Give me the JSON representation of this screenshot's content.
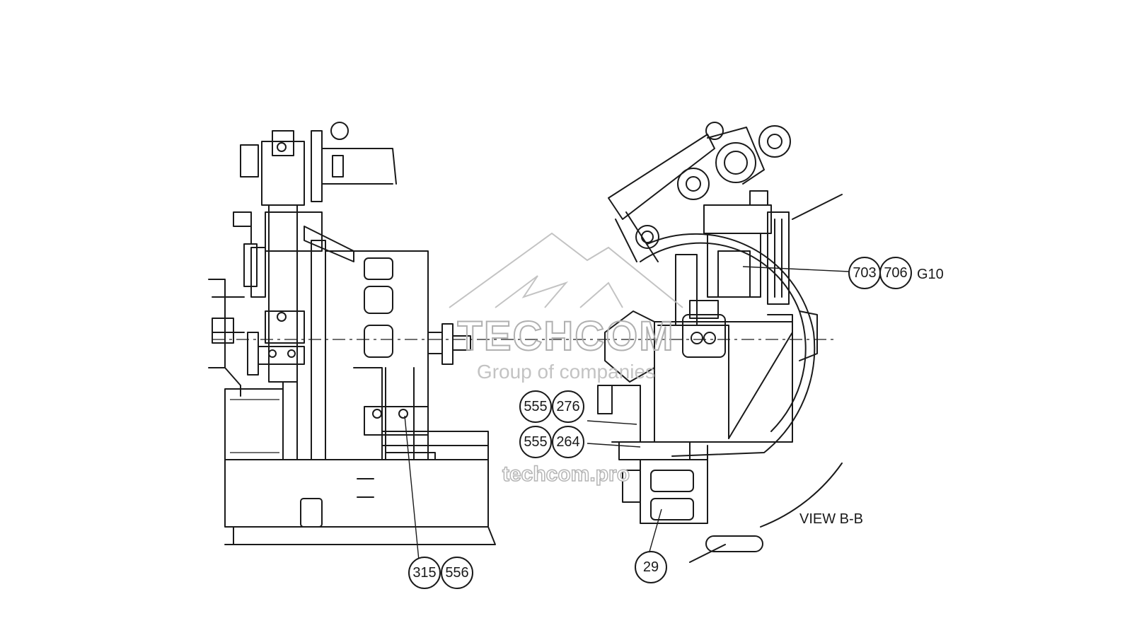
{
  "diagram": {
    "view_label": "VIEW B-B",
    "callouts": [
      {
        "id": "c703",
        "text": "703"
      },
      {
        "id": "c706",
        "text": "706"
      },
      {
        "id": "c555a",
        "text": "555"
      },
      {
        "id": "c276",
        "text": "276"
      },
      {
        "id": "c555b",
        "text": "555"
      },
      {
        "id": "c264",
        "text": "264"
      },
      {
        "id": "c315",
        "text": "315"
      },
      {
        "id": "c556",
        "text": "556"
      },
      {
        "id": "c29",
        "text": "29"
      }
    ],
    "grid_ref": "G10"
  },
  "watermark": {
    "brand": "TECHCOM",
    "tagline": "Group of companies",
    "url": "techcom.pro"
  }
}
